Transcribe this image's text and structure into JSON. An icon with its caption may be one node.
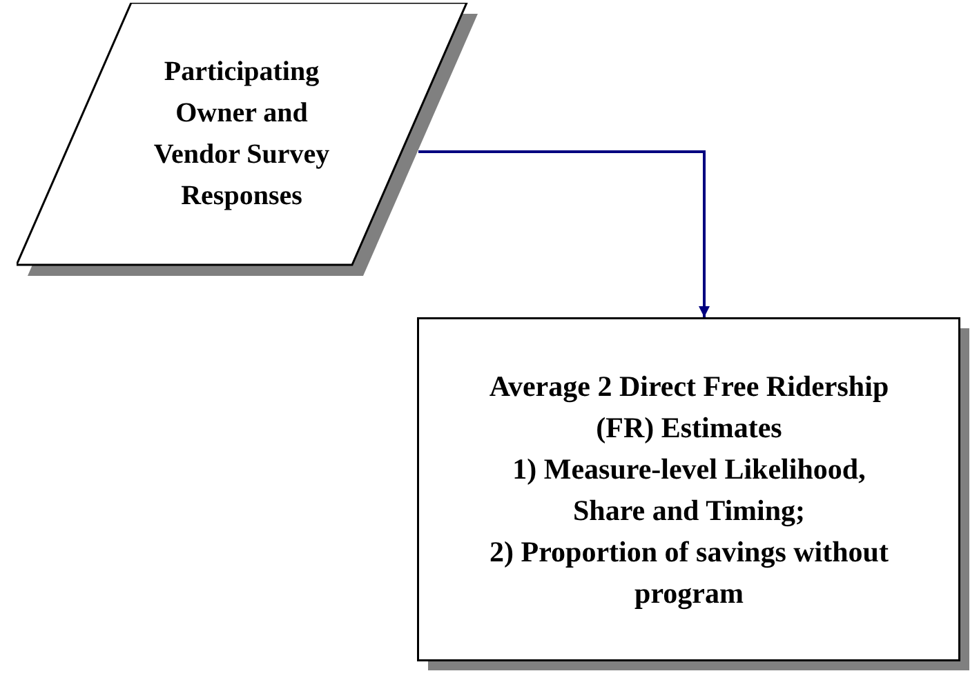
{
  "diagram": {
    "nodes": [
      {
        "text": [
          "Participating Owner and Vendor Survey Responses"
        ]
      },
      {
        "text": [
          "Average 2 Direct Free Ridership (FR) Estimates",
          "1) Measure-level Likelihood, Share and Timing;",
          "2) Proportion of savings without program"
        ]
      }
    ],
    "edges": [
      {
        "from": 0,
        "to": 1,
        "arrow": "to",
        "color": "#000080"
      }
    ]
  }
}
